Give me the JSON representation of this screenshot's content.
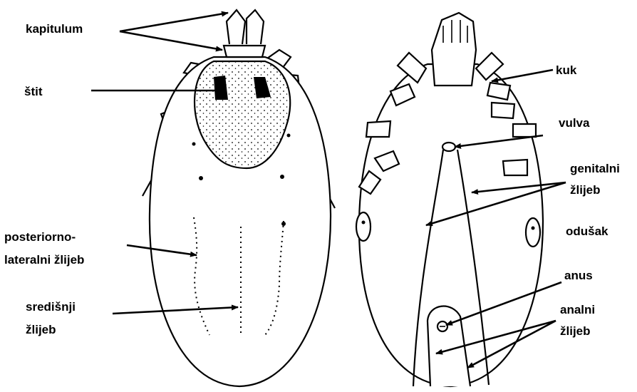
{
  "labels": {
    "kapitulum": "kapitulum",
    "stit": "štit",
    "posteriorno_1": "posteriorno-",
    "posteriorno_2": "lateralni žlijeb",
    "sredisnji_1": "središnji",
    "sredisnji_2": "žlijeb",
    "kuk": "kuk",
    "vulva": "vulva",
    "genitalni_1": "genitalni",
    "genitalni_2": "žlijeb",
    "odusak": "odušak",
    "anus": "anus",
    "analni_1": "analni",
    "analni_2": "žlijeb"
  }
}
